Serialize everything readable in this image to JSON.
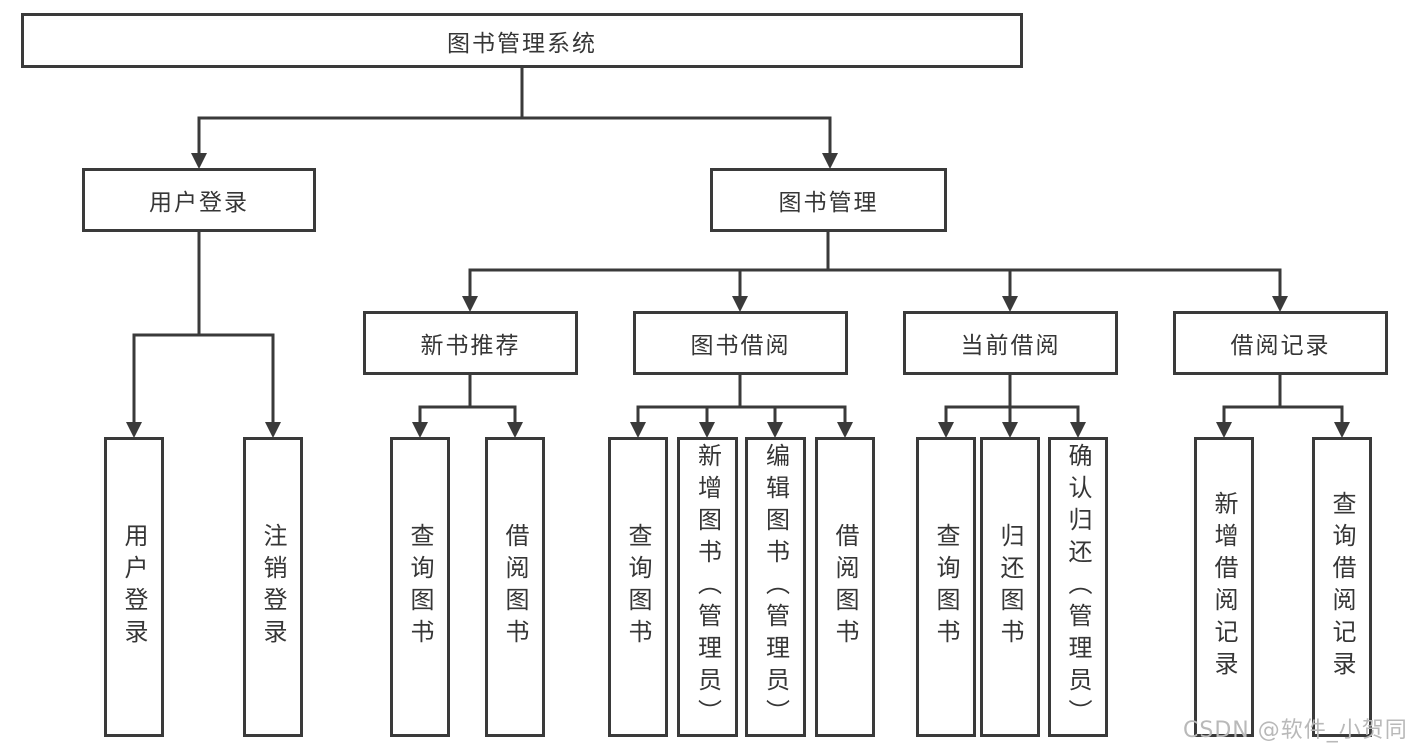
{
  "diagram_title": "图书管理系统",
  "tree": {
    "label": "图书管理系统",
    "children": [
      {
        "label": "用户登录",
        "children": [
          {
            "label": "用户登录"
          },
          {
            "label": "注销登录"
          }
        ]
      },
      {
        "label": "图书管理",
        "children": [
          {
            "label": "新书推荐",
            "children": [
              {
                "label": "查询图书"
              },
              {
                "label": "借阅图书"
              }
            ]
          },
          {
            "label": "图书借阅",
            "children": [
              {
                "label": "查询图书"
              },
              {
                "label": "新增图书（管理员）"
              },
              {
                "label": "编辑图书（管理员）"
              },
              {
                "label": "借阅图书"
              }
            ]
          },
          {
            "label": "当前借阅",
            "children": [
              {
                "label": "查询图书"
              },
              {
                "label": "归还图书"
              },
              {
                "label": "确认归还（管理员）"
              }
            ]
          },
          {
            "label": "借阅记录",
            "children": [
              {
                "label": "新增借阅记录"
              },
              {
                "label": "查询借阅记录"
              }
            ]
          }
        ]
      }
    ]
  },
  "watermark": "CSDN @软件_小贺同学",
  "colors": {
    "line": "#3a3a3a",
    "box_border": "#3a3a3a",
    "box_fill": "#ffffff",
    "text": "#363636",
    "background": "#ffffff",
    "watermark": "#b9b9b9"
  }
}
